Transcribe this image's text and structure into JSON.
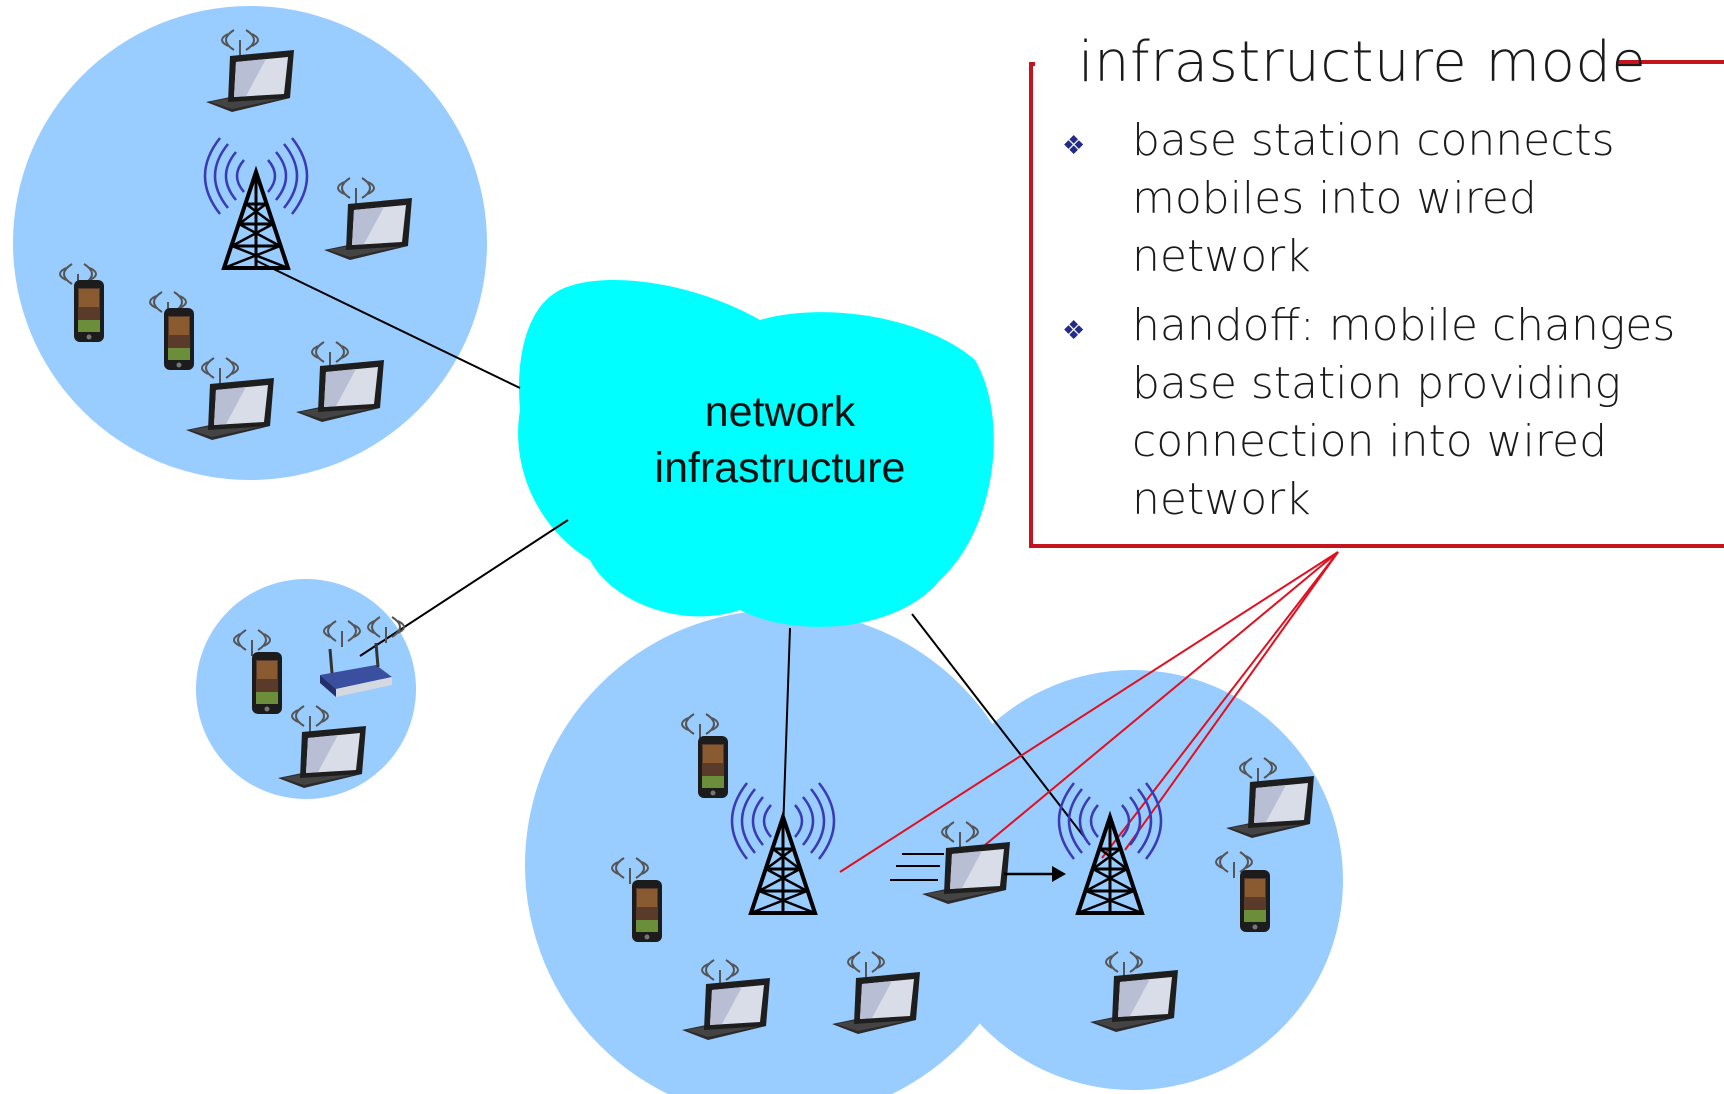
{
  "cloud": {
    "line1": "network",
    "line2": "infrastructure"
  },
  "callout": {
    "title": "infrastructure mode",
    "bullets": [
      {
        "lines": [
          "base station connects",
          "mobiles into wired",
          "network"
        ]
      },
      {
        "lines": [
          "handoff: mobile changes",
          "base station providing",
          "connection into wired",
          "network"
        ]
      }
    ]
  },
  "colors": {
    "cell": "#99ccff",
    "cloud": "#00ffff",
    "callout_border": "#c4141e",
    "bullet": "#222a8c"
  }
}
